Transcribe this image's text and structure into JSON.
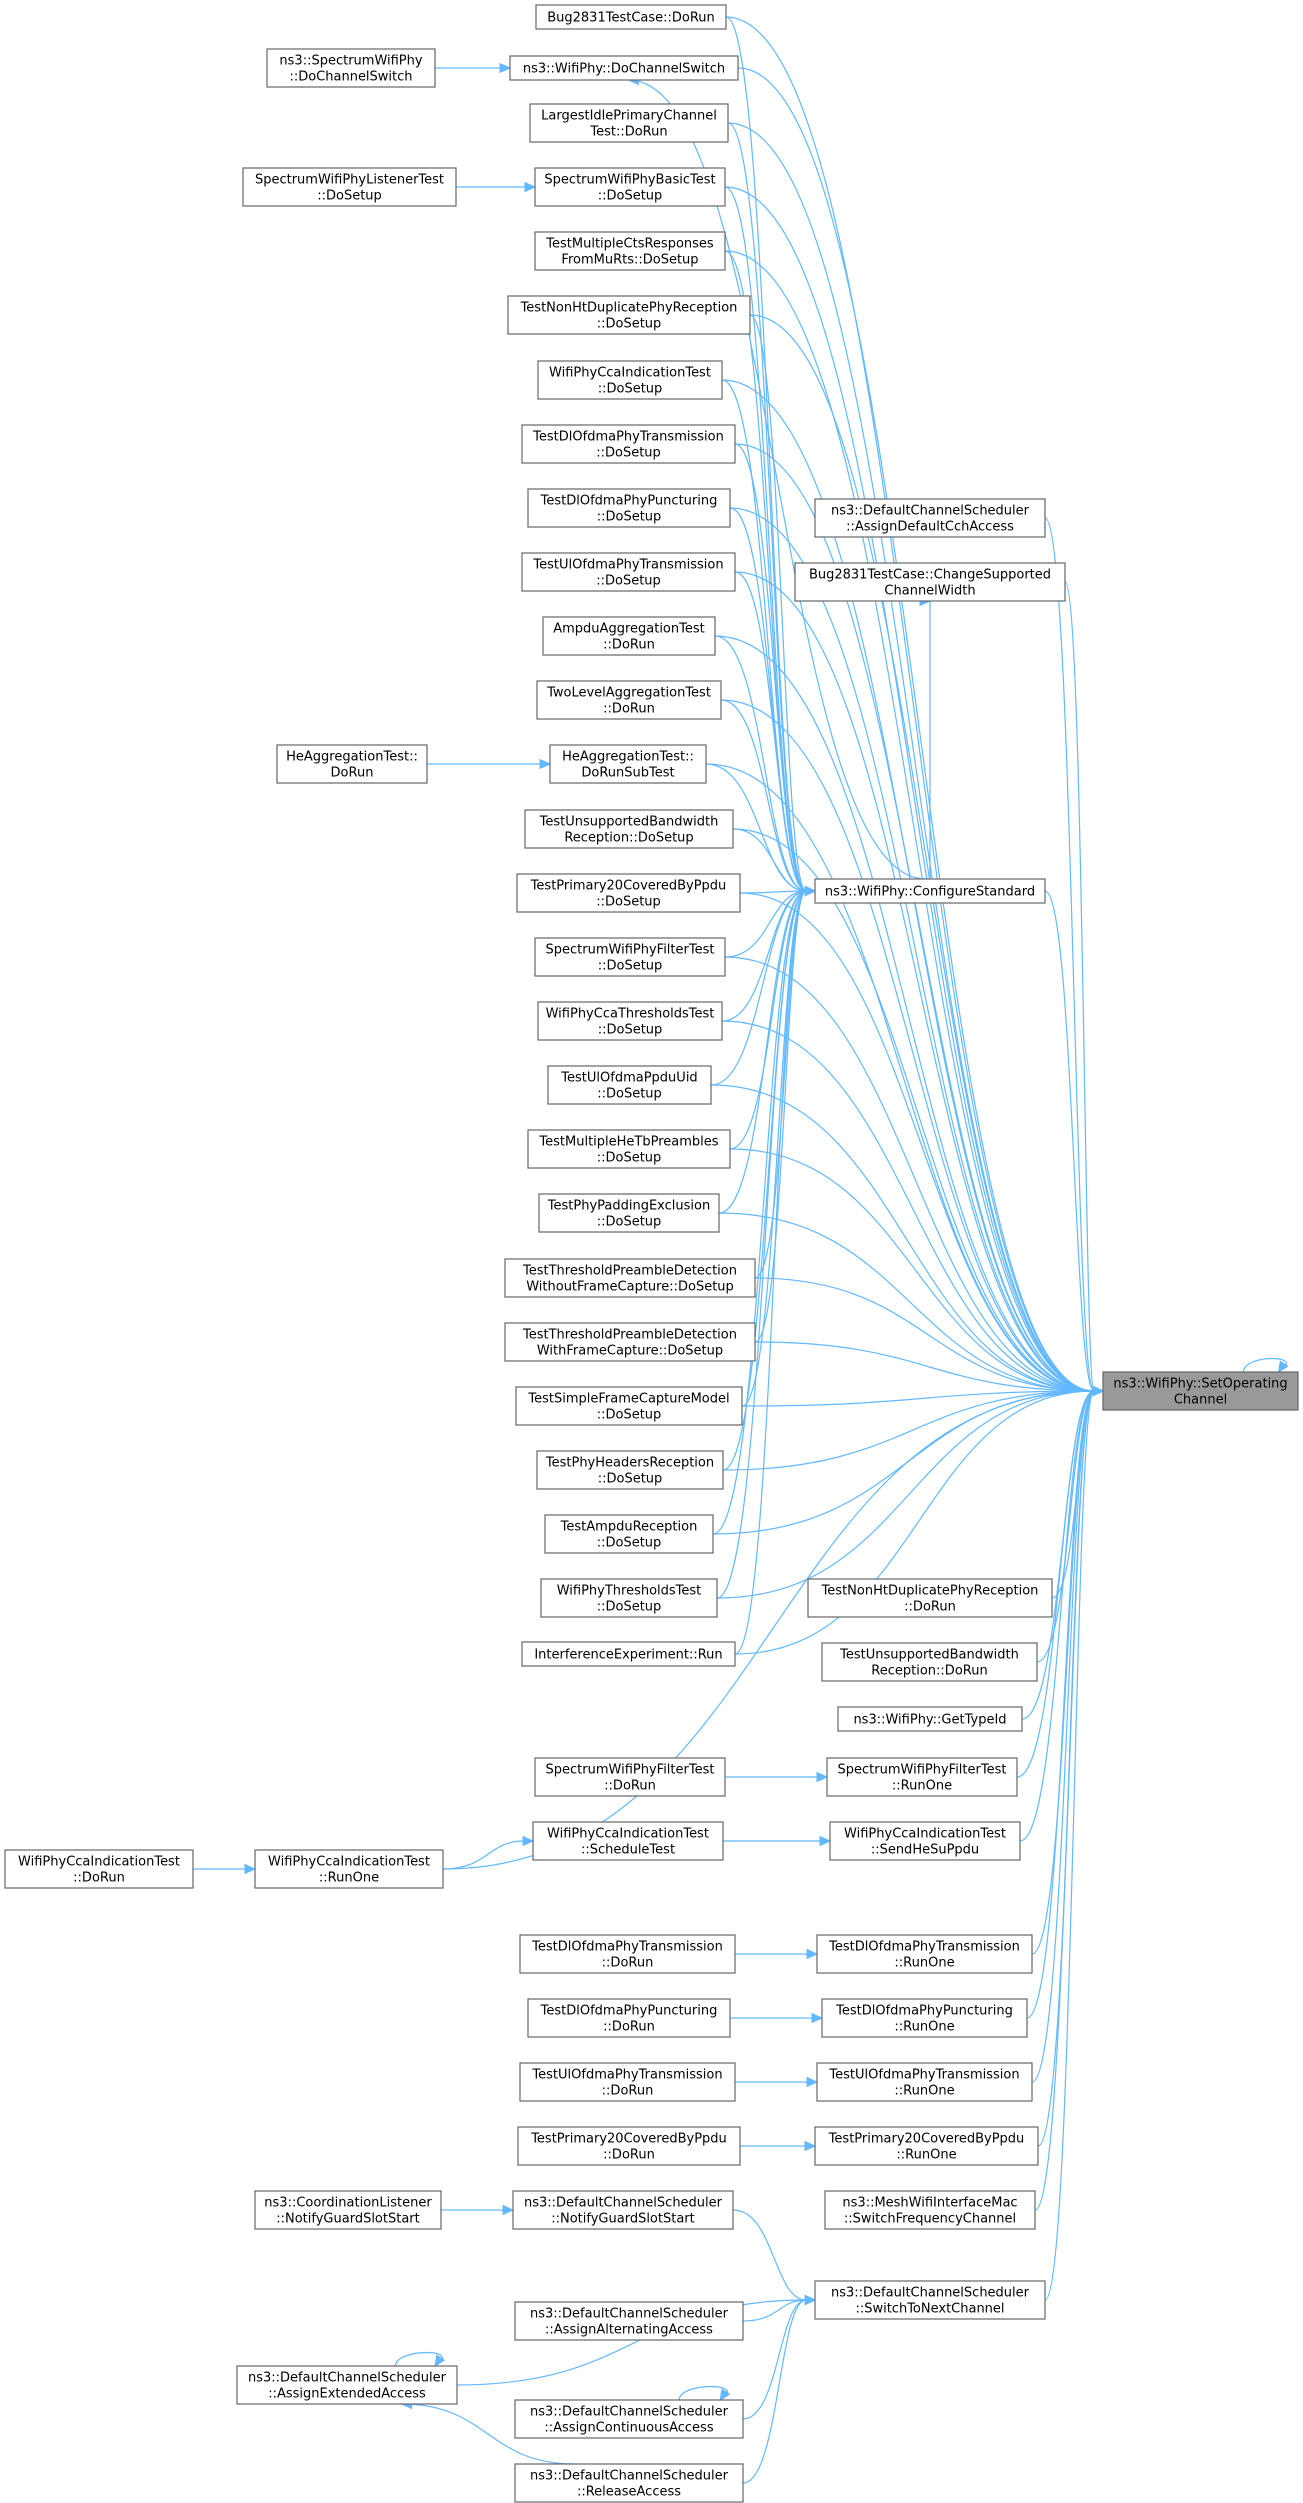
{
  "diagram": {
    "nodes": [
      {
        "id": "set_op",
        "lines": [
          "ns3::WifiPhy::SetOperating",
          "Channel"
        ],
        "focus": true
      },
      {
        "id": "configure",
        "lines": [
          "ns3::WifiPhy::ConfigureStandard"
        ]
      },
      {
        "id": "bug_dorun",
        "lines": [
          "Bug2831TestCase::DoRun"
        ]
      },
      {
        "id": "spec_switch",
        "lines": [
          "ns3::SpectrumWifiPhy",
          "::DoChannelSwitch"
        ]
      },
      {
        "id": "wifi_switch",
        "lines": [
          "ns3::WifiPhy::DoChannelSwitch"
        ]
      },
      {
        "id": "largest",
        "lines": [
          "LargestIdlePrimaryChannel",
          "Test::DoRun"
        ]
      },
      {
        "id": "spec_listener",
        "lines": [
          "SpectrumWifiPhyListenerTest",
          "::DoSetup"
        ]
      },
      {
        "id": "spec_basic",
        "lines": [
          "SpectrumWifiPhyBasicTest",
          "::DoSetup"
        ]
      },
      {
        "id": "multi_cts",
        "lines": [
          "TestMultipleCtsResponses",
          "FromMuRts::DoSetup"
        ]
      },
      {
        "id": "nonht_setup",
        "lines": [
          "TestNonHtDuplicatePhyReception",
          "::DoSetup"
        ]
      },
      {
        "id": "cca_ind_setup",
        "lines": [
          "WifiPhyCcaIndicationTest",
          "::DoSetup"
        ]
      },
      {
        "id": "dl_tx_setup",
        "lines": [
          "TestDlOfdmaPhyTransmission",
          "::DoSetup"
        ]
      },
      {
        "id": "dl_punct_setup",
        "lines": [
          "TestDlOfdmaPhyPuncturing",
          "::DoSetup"
        ]
      },
      {
        "id": "ul_tx_setup",
        "lines": [
          "TestUlOfdmaPhyTransmission",
          "::DoSetup"
        ]
      },
      {
        "id": "ampdu_agg",
        "lines": [
          "AmpduAggregationTest",
          "::DoRun"
        ]
      },
      {
        "id": "two_level",
        "lines": [
          "TwoLevelAggregationTest",
          "::DoRun"
        ]
      },
      {
        "id": "he_agg_dorun",
        "lines": [
          "HeAggregationTest::",
          "DoRun"
        ]
      },
      {
        "id": "he_agg_sub",
        "lines": [
          "HeAggregationTest::",
          "DoRunSubTest"
        ]
      },
      {
        "id": "unsup_setup",
        "lines": [
          "TestUnsupportedBandwidth",
          "Reception::DoSetup"
        ]
      },
      {
        "id": "prim20_setup",
        "lines": [
          "TestPrimary20CoveredByPpdu",
          "::DoSetup"
        ]
      },
      {
        "id": "spec_filter_setup",
        "lines": [
          "SpectrumWifiPhyFilterTest",
          "::DoSetup"
        ]
      },
      {
        "id": "cca_thresh",
        "lines": [
          "WifiPhyCcaThresholdsTest",
          "::DoSetup"
        ]
      },
      {
        "id": "ul_ppdu_uid",
        "lines": [
          "TestUlOfdmaPpduUid",
          "::DoSetup"
        ]
      },
      {
        "id": "multi_he_tb",
        "lines": [
          "TestMultipleHeTbPreambles",
          "::DoSetup"
        ]
      },
      {
        "id": "padding",
        "lines": [
          "TestPhyPaddingExclusion",
          "::DoSetup"
        ]
      },
      {
        "id": "thresh_without",
        "lines": [
          "TestThresholdPreambleDetection",
          "WithoutFrameCapture::DoSetup"
        ]
      },
      {
        "id": "thresh_with",
        "lines": [
          "TestThresholdPreambleDetection",
          "WithFrameCapture::DoSetup"
        ]
      },
      {
        "id": "simple_capture",
        "lines": [
          "TestSimpleFrameCaptureModel",
          "::DoSetup"
        ]
      },
      {
        "id": "headers_rx",
        "lines": [
          "TestPhyHeadersReception",
          "::DoSetup"
        ]
      },
      {
        "id": "ampdu_rx",
        "lines": [
          "TestAmpduReception",
          "::DoSetup"
        ]
      },
      {
        "id": "wifi_thresh",
        "lines": [
          "WifiPhyThresholdsTest",
          "::DoSetup"
        ]
      },
      {
        "id": "interference",
        "lines": [
          "InterferenceExperiment::Run"
        ]
      },
      {
        "id": "assign_cch",
        "lines": [
          "ns3::DefaultChannelScheduler",
          "::AssignDefaultCchAccess"
        ]
      },
      {
        "id": "bug_change",
        "lines": [
          "Bug2831TestCase::ChangeSupported",
          "ChannelWidth"
        ]
      },
      {
        "id": "nonht_dorun",
        "lines": [
          "TestNonHtDuplicatePhyReception",
          "::DoRun"
        ]
      },
      {
        "id": "unsup_dorun",
        "lines": [
          "TestUnsupportedBandwidth",
          "Reception::DoRun"
        ]
      },
      {
        "id": "get_type",
        "lines": [
          "ns3::WifiPhy::GetTypeId"
        ]
      },
      {
        "id": "spec_filter_dorun",
        "lines": [
          "SpectrumWifiPhyFilterTest",
          "::DoRun"
        ]
      },
      {
        "id": "spec_filter_runone",
        "lines": [
          "SpectrumWifiPhyFilterTest",
          "::RunOne"
        ]
      },
      {
        "id": "cca_ind_dorun",
        "lines": [
          "WifiPhyCcaIndicationTest",
          "::DoRun"
        ]
      },
      {
        "id": "cca_ind_runone",
        "lines": [
          "WifiPhyCcaIndicationTest",
          "::RunOne"
        ]
      },
      {
        "id": "cca_ind_sched",
        "lines": [
          "WifiPhyCcaIndicationTest",
          "::ScheduleTest"
        ]
      },
      {
        "id": "cca_ind_send",
        "lines": [
          "WifiPhyCcaIndicationTest",
          "::SendHeSuPpdu"
        ]
      },
      {
        "id": "dl_tx_dorun",
        "lines": [
          "TestDlOfdmaPhyTransmission",
          "::DoRun"
        ]
      },
      {
        "id": "dl_tx_runone",
        "lines": [
          "TestDlOfdmaPhyTransmission",
          "::RunOne"
        ]
      },
      {
        "id": "dl_punct_dorun",
        "lines": [
          "TestDlOfdmaPhyPuncturing",
          "::DoRun"
        ]
      },
      {
        "id": "dl_punct_runone",
        "lines": [
          "TestDlOfdmaPhyPuncturing",
          "::RunOne"
        ]
      },
      {
        "id": "ul_tx_dorun",
        "lines": [
          "TestUlOfdmaPhyTransmission",
          "::DoRun"
        ]
      },
      {
        "id": "ul_tx_runone",
        "lines": [
          "TestUlOfdmaPhyTransmission",
          "::RunOne"
        ]
      },
      {
        "id": "prim20_dorun",
        "lines": [
          "TestPrimary20CoveredByPpdu",
          "::DoRun"
        ]
      },
      {
        "id": "prim20_runone",
        "lines": [
          "TestPrimary20CoveredByPpdu",
          "::RunOne"
        ]
      },
      {
        "id": "coord_listener",
        "lines": [
          "ns3::CoordinationListener",
          "::NotifyGuardSlotStart"
        ]
      },
      {
        "id": "dcs_notify",
        "lines": [
          "ns3::DefaultChannelScheduler",
          "::NotifyGuardSlotStart"
        ]
      },
      {
        "id": "mesh_switch",
        "lines": [
          "ns3::MeshWifiInterfaceMac",
          "::SwitchFrequencyChannel"
        ]
      },
      {
        "id": "dcs_switch",
        "lines": [
          "ns3::DefaultChannelScheduler",
          "::SwitchToNextChannel"
        ]
      },
      {
        "id": "dcs_alternating",
        "lines": [
          "ns3::DefaultChannelScheduler",
          "::AssignAlternatingAccess"
        ]
      },
      {
        "id": "dcs_extended",
        "lines": [
          "ns3::DefaultChannelScheduler",
          "::AssignExtendedAccess"
        ]
      },
      {
        "id": "dcs_continuous",
        "lines": [
          "ns3::DefaultChannelScheduler",
          "::AssignContinuousAccess"
        ]
      },
      {
        "id": "dcs_release",
        "lines": [
          "ns3::DefaultChannelScheduler",
          "::ReleaseAccess"
        ]
      }
    ],
    "edges": [
      [
        "spec_switch",
        "wifi_switch"
      ],
      [
        "spec_listener",
        "spec_basic"
      ],
      [
        "he_agg_dorun",
        "he_agg_sub"
      ],
      [
        "cca_ind_dorun",
        "cca_ind_runone"
      ],
      [
        "cca_ind_runone",
        "cca_ind_sched"
      ],
      [
        "cca_ind_sched",
        "cca_ind_send"
      ],
      [
        "spec_filter_dorun",
        "spec_filter_runone"
      ],
      [
        "dl_tx_dorun",
        "dl_tx_runone"
      ],
      [
        "dl_punct_dorun",
        "dl_punct_runone"
      ],
      [
        "ul_tx_dorun",
        "ul_tx_runone"
      ],
      [
        "prim20_dorun",
        "prim20_runone"
      ],
      [
        "coord_listener",
        "dcs_notify"
      ],
      [
        "configure",
        "wifi_switch"
      ],
      [
        "configure",
        "bug_change"
      ],
      [
        "bug_dorun",
        "configure"
      ],
      [
        "largest",
        "configure"
      ],
      [
        "spec_basic",
        "configure"
      ],
      [
        "multi_cts",
        "configure"
      ],
      [
        "nonht_setup",
        "configure"
      ],
      [
        "cca_ind_setup",
        "configure"
      ],
      [
        "dl_tx_setup",
        "configure"
      ],
      [
        "dl_punct_setup",
        "configure"
      ],
      [
        "ul_tx_setup",
        "configure"
      ],
      [
        "ampdu_agg",
        "configure"
      ],
      [
        "two_level",
        "configure"
      ],
      [
        "he_agg_sub",
        "configure"
      ],
      [
        "unsup_setup",
        "configure"
      ],
      [
        "prim20_setup",
        "configure"
      ],
      [
        "spec_filter_setup",
        "configure"
      ],
      [
        "cca_thresh",
        "configure"
      ],
      [
        "ul_ppdu_uid",
        "configure"
      ],
      [
        "multi_he_tb",
        "configure"
      ],
      [
        "padding",
        "configure"
      ],
      [
        "thresh_without",
        "configure"
      ],
      [
        "thresh_with",
        "configure"
      ],
      [
        "simple_capture",
        "configure"
      ],
      [
        "headers_rx",
        "configure"
      ],
      [
        "ampdu_rx",
        "configure"
      ],
      [
        "wifi_thresh",
        "configure"
      ],
      [
        "interference",
        "configure"
      ],
      [
        "bug_dorun",
        "set_op"
      ],
      [
        "wifi_switch",
        "set_op"
      ],
      [
        "largest",
        "set_op"
      ],
      [
        "spec_basic",
        "set_op"
      ],
      [
        "multi_cts",
        "set_op"
      ],
      [
        "nonht_setup",
        "set_op"
      ],
      [
        "cca_ind_setup",
        "set_op"
      ],
      [
        "dl_tx_setup",
        "set_op"
      ],
      [
        "dl_punct_setup",
        "set_op"
      ],
      [
        "ul_tx_setup",
        "set_op"
      ],
      [
        "ampdu_agg",
        "set_op"
      ],
      [
        "two_level",
        "set_op"
      ],
      [
        "he_agg_sub",
        "set_op"
      ],
      [
        "unsup_setup",
        "set_op"
      ],
      [
        "prim20_setup",
        "set_op"
      ],
      [
        "spec_filter_setup",
        "set_op"
      ],
      [
        "cca_thresh",
        "set_op"
      ],
      [
        "ul_ppdu_uid",
        "set_op"
      ],
      [
        "multi_he_tb",
        "set_op"
      ],
      [
        "padding",
        "set_op"
      ],
      [
        "thresh_without",
        "set_op"
      ],
      [
        "thresh_with",
        "set_op"
      ],
      [
        "simple_capture",
        "set_op"
      ],
      [
        "headers_rx",
        "set_op"
      ],
      [
        "ampdu_rx",
        "set_op"
      ],
      [
        "wifi_thresh",
        "set_op"
      ],
      [
        "interference",
        "set_op"
      ],
      [
        "assign_cch",
        "set_op"
      ],
      [
        "bug_change",
        "set_op"
      ],
      [
        "configure",
        "set_op"
      ],
      [
        "nonht_dorun",
        "set_op"
      ],
      [
        "unsup_dorun",
        "set_op"
      ],
      [
        "get_type",
        "set_op"
      ],
      [
        "spec_filter_runone",
        "set_op"
      ],
      [
        "cca_ind_send",
        "set_op"
      ],
      [
        "cca_ind_runone",
        "set_op"
      ],
      [
        "dl_tx_runone",
        "set_op"
      ],
      [
        "dl_punct_runone",
        "set_op"
      ],
      [
        "ul_tx_runone",
        "set_op"
      ],
      [
        "prim20_runone",
        "set_op"
      ],
      [
        "mesh_switch",
        "set_op"
      ],
      [
        "dcs_switch",
        "set_op"
      ],
      [
        "set_op",
        "set_op"
      ],
      [
        "dcs_notify",
        "dcs_switch"
      ],
      [
        "dcs_extended",
        "dcs_switch"
      ],
      [
        "dcs_alternating",
        "dcs_switch"
      ],
      [
        "dcs_continuous",
        "dcs_switch"
      ],
      [
        "dcs_release",
        "dcs_switch"
      ],
      [
        "dcs_extended",
        "dcs_extended"
      ],
      [
        "dcs_continuous",
        "dcs_continuous"
      ],
      [
        "dcs_release",
        "dcs_extended"
      ]
    ]
  }
}
